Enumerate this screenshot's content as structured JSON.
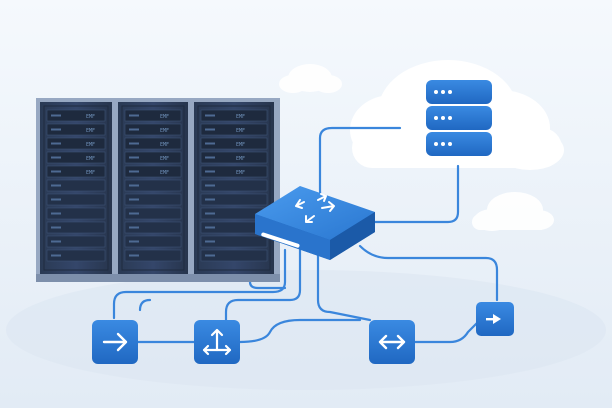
{
  "scene": {
    "racks": [
      {
        "labels": [
          "EMF",
          "EMF",
          "EMF",
          "EMF",
          "EMF"
        ]
      },
      {
        "labels": [
          "EMF",
          "EMF",
          "EMF",
          "EMF",
          "EMF"
        ]
      },
      {
        "labels": [
          "EMF",
          "EMF",
          "EMF",
          "EMF",
          "EMF"
        ]
      }
    ],
    "icons": {
      "central": "four-way-arrows-icon",
      "cloud_server": "server-stack-icon",
      "nodes": [
        "arrow-right-icon",
        "three-way-arrows-icon",
        "bidirectional-arrow-icon",
        "arrow-right-small-icon"
      ]
    },
    "colors": {
      "background_top": "#f4f8fc",
      "background_bottom": "#e3ecf6",
      "brand_blue": "#2f7fd6",
      "node_blue": "#2a78d2",
      "line_blue": "#3a86dc",
      "rack_body": "#2d3d57",
      "rack_frame": "#8ea0bb",
      "cloud": "#ffffff"
    }
  }
}
